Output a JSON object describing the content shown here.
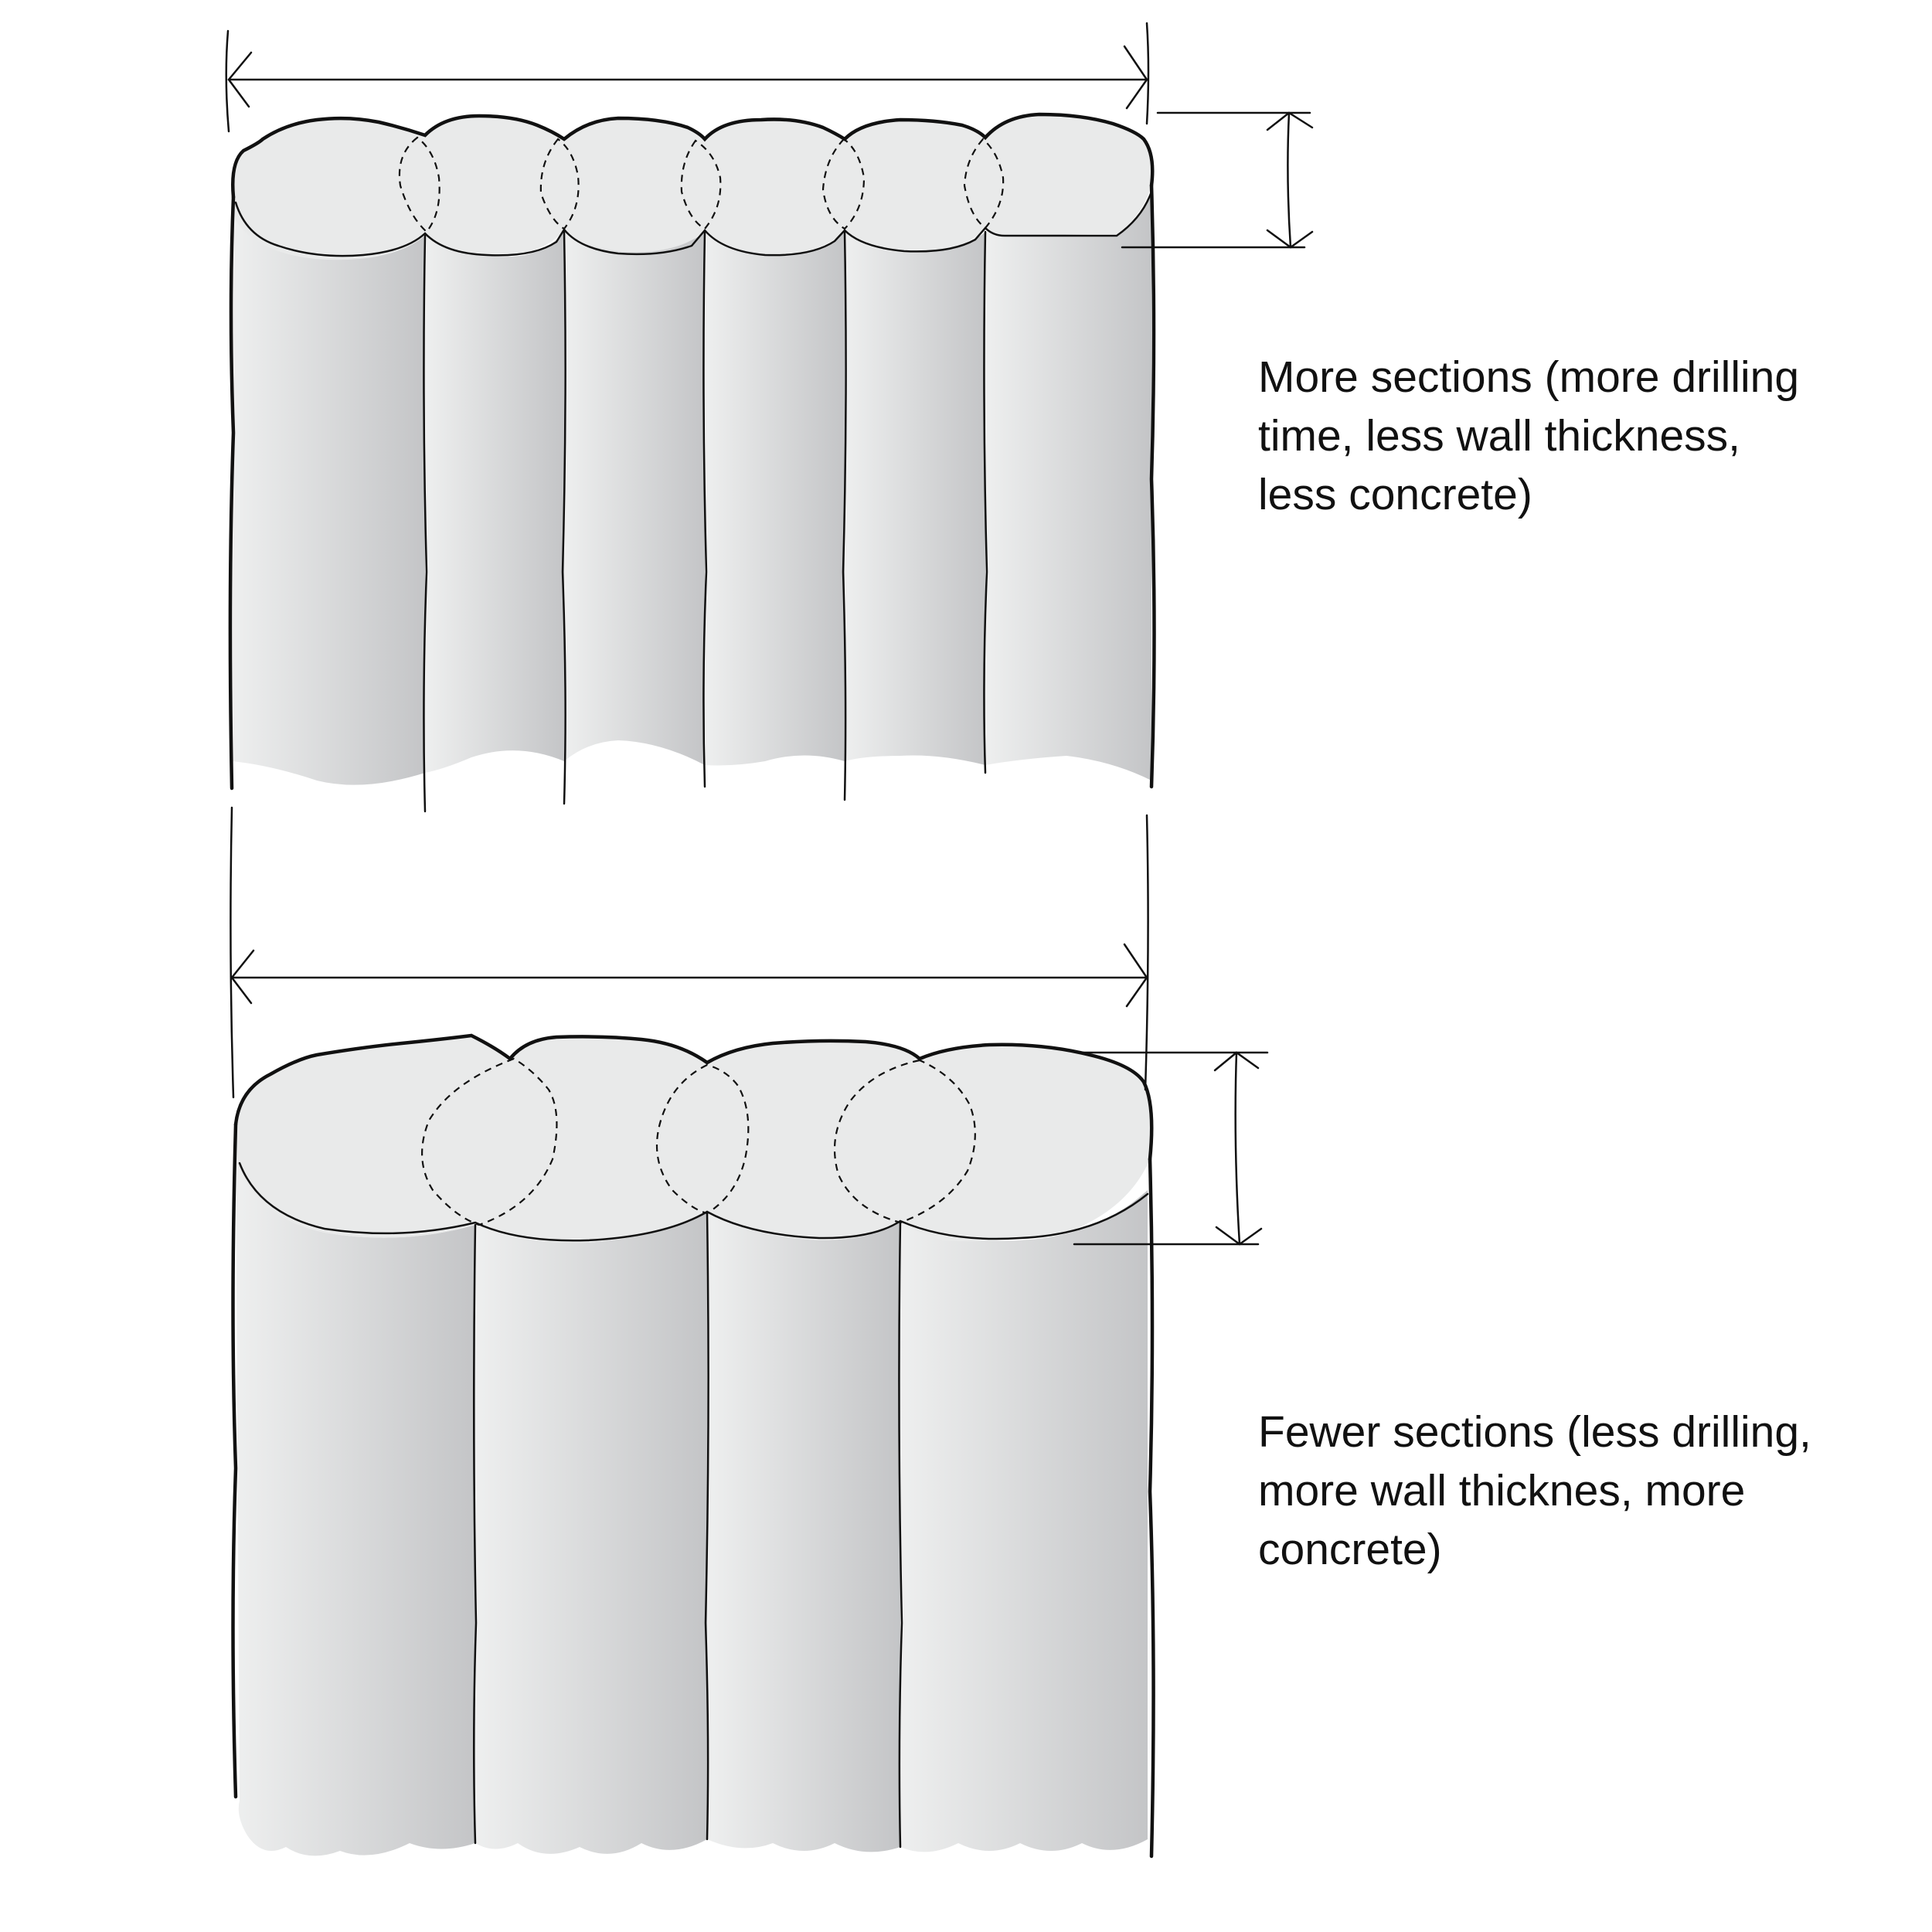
{
  "diagram": {
    "colors": {
      "ink": "#111111",
      "top_face": "#e9eaea",
      "shaft_light": "#eeefef",
      "shaft_dark": "#c4c5c7"
    },
    "panels": [
      {
        "section_count": 6,
        "caption_lines": [
          "More sections (more drilling",
          "time, less wall thickness,",
          "less concrete)"
        ]
      },
      {
        "section_count": 4,
        "caption_lines": [
          "Fewer sections (less drilling,",
          "more wall thicknes, more",
          "concrete)"
        ]
      }
    ]
  }
}
